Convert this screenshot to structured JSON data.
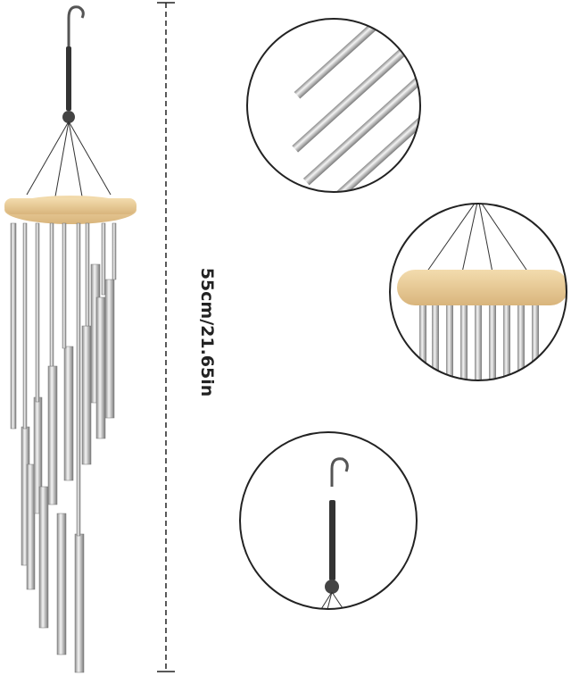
{
  "dimension": {
    "label": "55cm/21.65in"
  },
  "colors": {
    "wood": "#e9c894",
    "metal": "#c9c9c9",
    "outline": "#222222"
  },
  "callouts": [
    {
      "name": "tube-detail"
    },
    {
      "name": "wood-disc-detail"
    },
    {
      "name": "hook-detail"
    }
  ]
}
